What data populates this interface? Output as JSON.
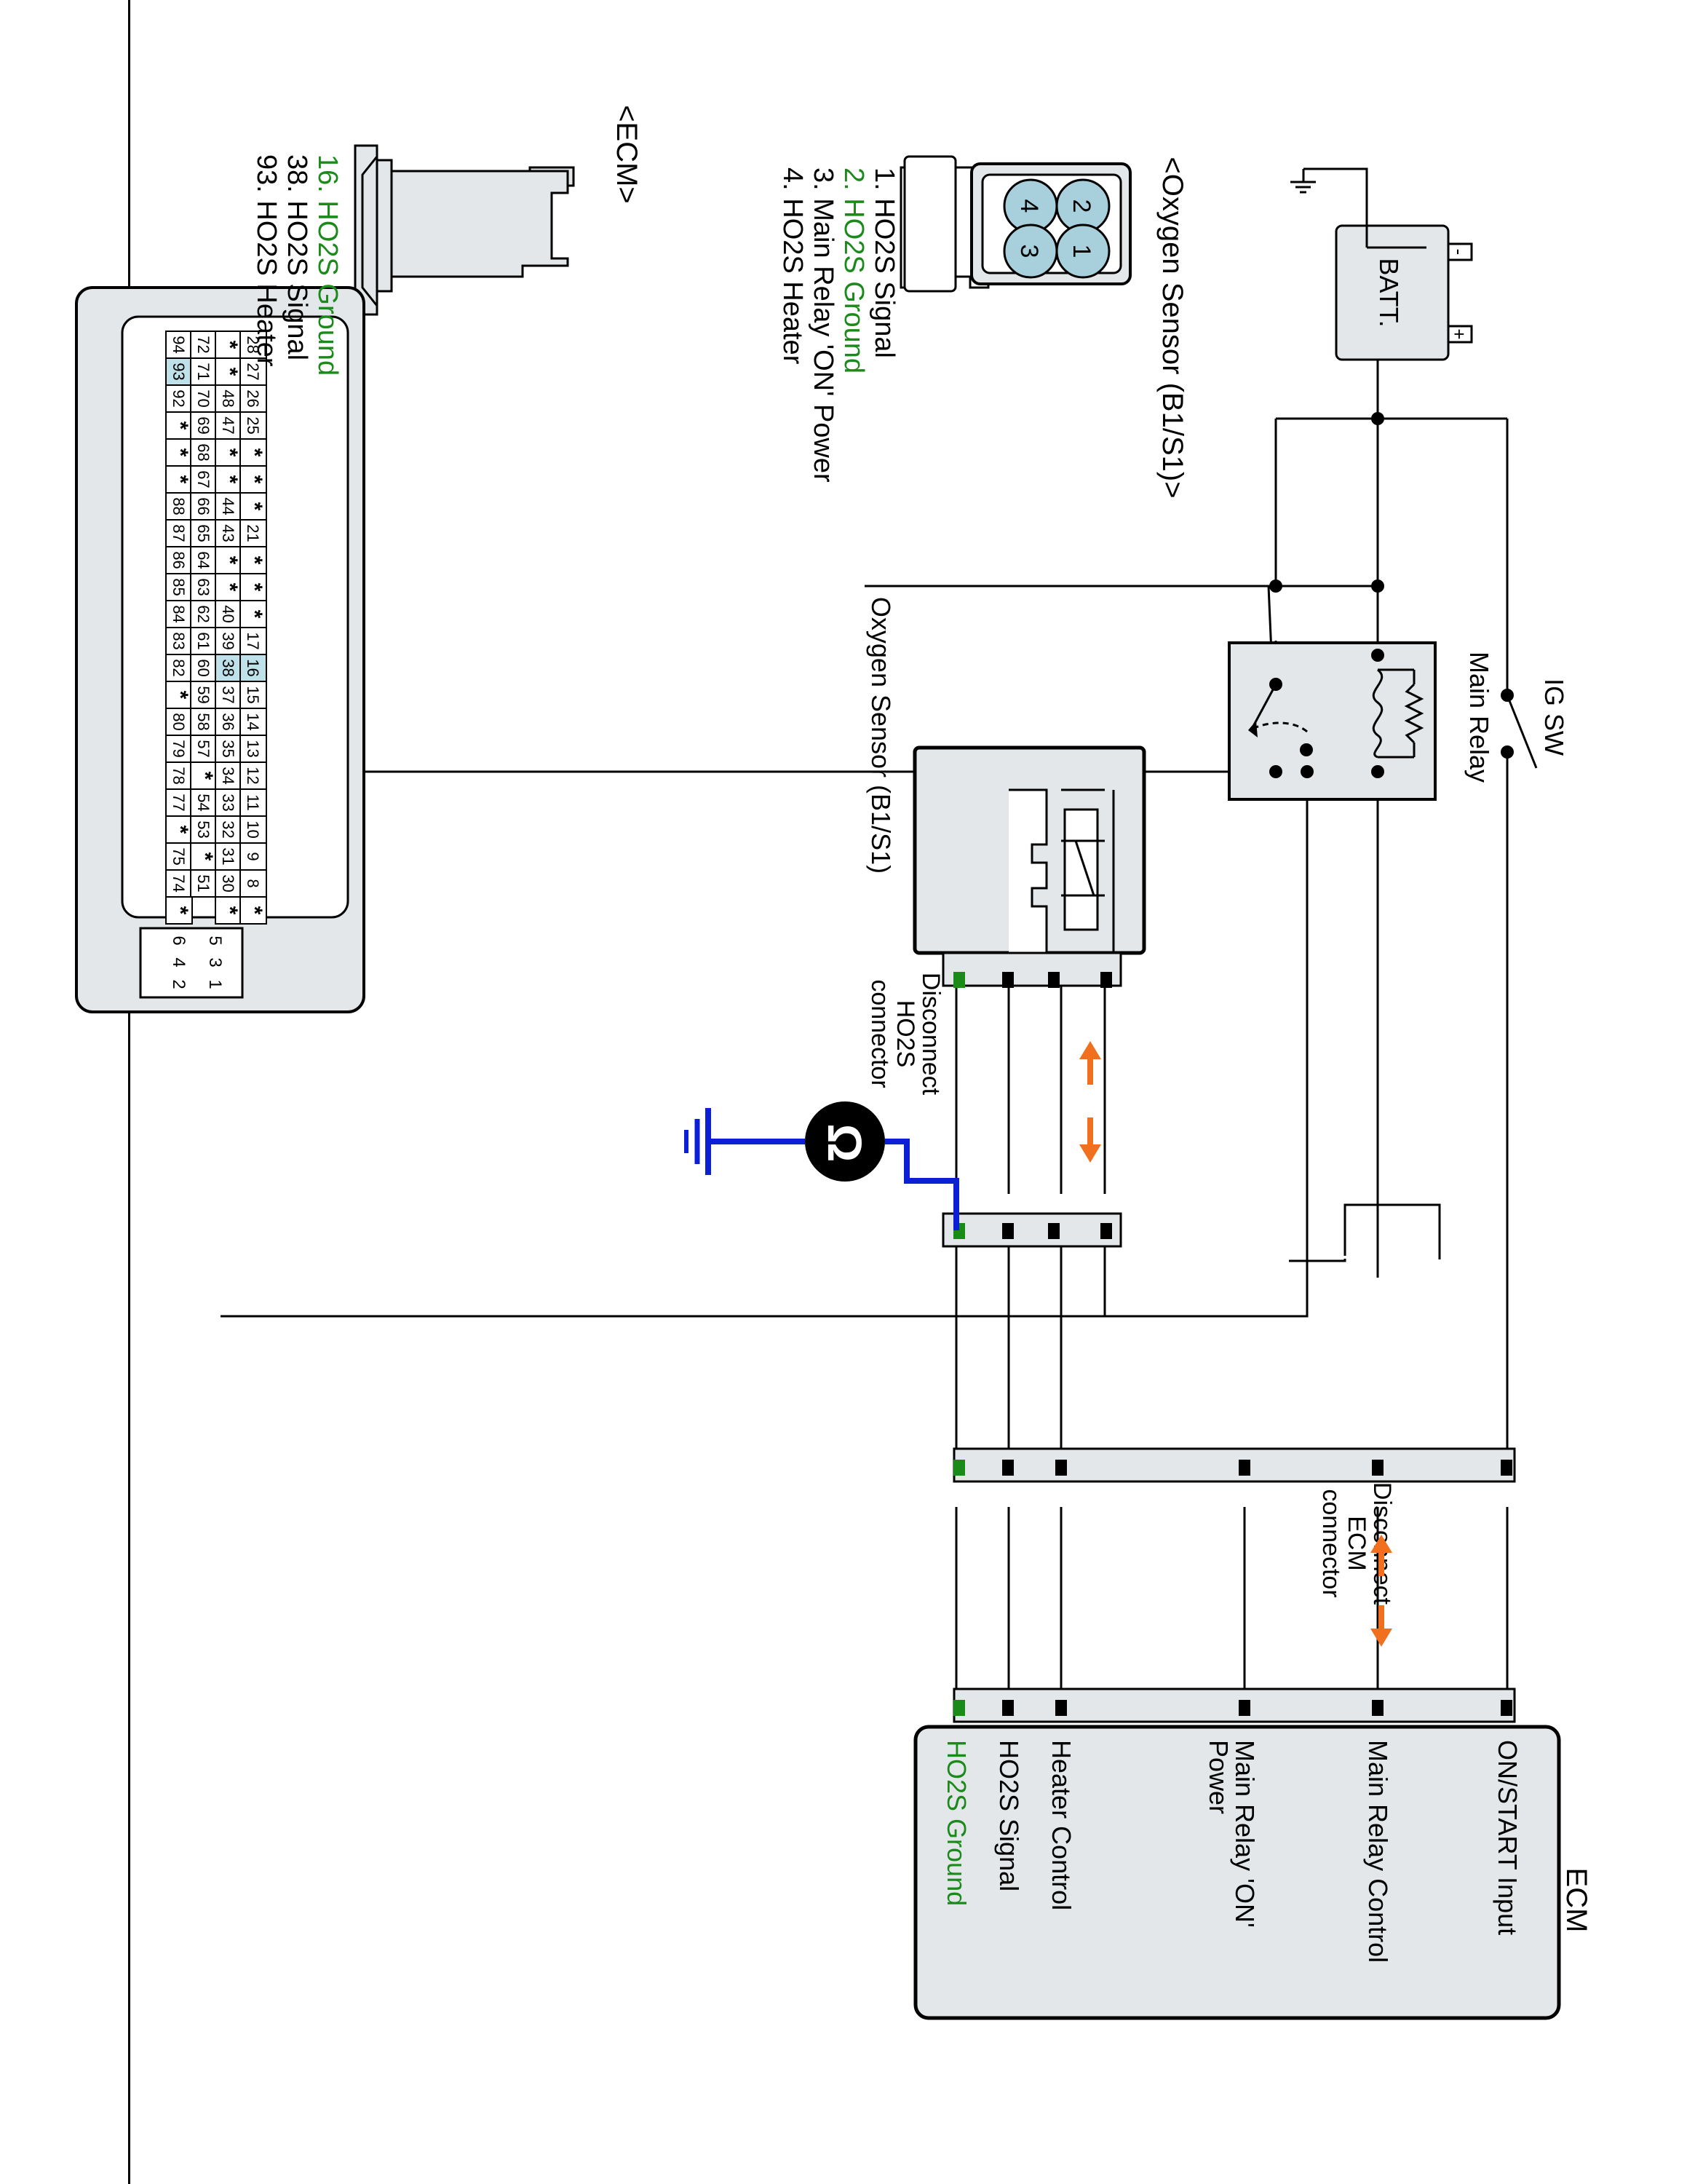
{
  "diagram": {
    "batt_label": "BATT.",
    "batt_minus": "-",
    "batt_plus": "+",
    "ig_sw_label": "IG SW",
    "main_relay_label": "Main Relay",
    "oxygen_sensor_label": "Oxygen Sensor (B1/S1)",
    "disconnect_ho2s": [
      "Disconnect",
      "HO2S",
      "connector"
    ],
    "disconnect_ecm": [
      "Disconnect",
      "ECM",
      "connector"
    ],
    "ohm_symbol": "Ω",
    "ecm_box": {
      "title": "ECM",
      "pins": [
        {
          "lines": [
            "ON/START Input"
          ],
          "color": "#000000"
        },
        {
          "lines": [
            "Main Relay Control"
          ],
          "color": "#000000"
        },
        {
          "lines": [
            "Main Relay 'ON'",
            "Power"
          ],
          "color": "#000000"
        },
        {
          "lines": [
            "Heater Control"
          ],
          "color": "#000000"
        },
        {
          "lines": [
            "HO2S  Signal"
          ],
          "color": "#000000"
        },
        {
          "lines": [
            "HO2S  Ground"
          ],
          "color": "#1a8a1a"
        }
      ]
    },
    "sensor_connector": {
      "title": "<Oxygen Sensor (B1/S1)>",
      "pin_numbers": [
        "1",
        "2",
        "3",
        "4"
      ],
      "pins": [
        {
          "text": "1. HO2S Signal",
          "color": "#000000"
        },
        {
          "text": "2. HO2S Ground",
          "color": "#1a8a1a"
        },
        {
          "text": "3. Main Relay 'ON' Power",
          "color": "#000000"
        },
        {
          "text": "4. HO2S Heater",
          "color": "#000000"
        }
      ]
    },
    "ecm_connector": {
      "title": "<ECM>",
      "pins": [
        {
          "text": "16. HO2S Ground",
          "color": "#1a8a1a"
        },
        {
          "text": "38. HO2S Signal",
          "color": "#000000"
        },
        {
          "text": "93. HO2S Heater",
          "color": "#000000"
        }
      ],
      "rows": [
        [
          "94",
          "93",
          "92",
          "*",
          "*",
          "*",
          "88",
          "87",
          "86",
          "85",
          "84",
          "83",
          "82",
          "*",
          "80",
          "79",
          "78",
          "77",
          "*",
          "75",
          "74",
          "*"
        ],
        [
          "72",
          "71",
          "70",
          "69",
          "68",
          "67",
          "66",
          "65",
          "64",
          "63",
          "62",
          "61",
          "60",
          "59",
          "58",
          "57",
          "*",
          "54",
          "53",
          "*",
          "51"
        ],
        [
          "*",
          "*",
          "48",
          "47",
          "*",
          "*",
          "44",
          "43",
          "*",
          "*",
          "40",
          "39",
          "38",
          "37",
          "36",
          "35",
          "34",
          "33",
          "32",
          "31",
          "30",
          "*"
        ],
        [
          "28",
          "27",
          "26",
          "25",
          "*",
          "*",
          "*",
          "21",
          "*",
          "*",
          "*",
          "17",
          "16",
          "15",
          "14",
          "13",
          "12",
          "11",
          "10",
          "9",
          "8",
          "*"
        ]
      ],
      "highlight": [
        "93",
        "38",
        "16"
      ],
      "small_block": [
        [
          "6",
          "5"
        ],
        [
          "4",
          "3"
        ],
        [
          "2",
          "1"
        ]
      ]
    }
  },
  "colors": {
    "green": "#1a8a1a",
    "blue": "#0b1fd6",
    "orange": "#f07020",
    "panel_fill": "#e3e7e9",
    "pin_blue": "#a8d0dc",
    "highlight": "#bfe1ea"
  }
}
